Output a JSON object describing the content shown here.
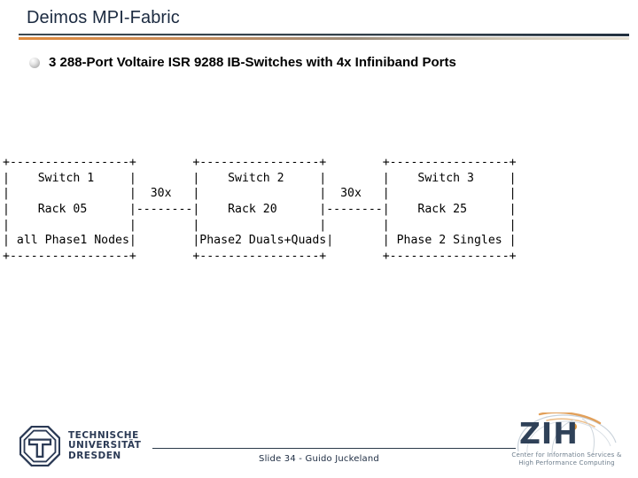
{
  "slide": {
    "title": "Deimos MPI-Fabric",
    "bullet_icon": "sphere-bullet-icon",
    "bullet_text": "3 288-Port Voltaire ISR 9288 IB-Switches with 4x Infiniband Ports"
  },
  "diagram": {
    "type": "ascii-art-network-diagram",
    "art": "+-----------------+        +-----------------+        +-----------------+\n|    Switch 1     |        |    Switch 2     |        |    Switch 3     |\n|                 |  30x   |                 |  30x   |                 |\n|    Rack 05      |--------|    Rack 20      |--------|    Rack 25      |\n|                 |        |                 |        |                 |\n| all Phase1 Nodes|        |Phase2 Duals+Quads|       | Phase 2 Singles |\n+-----------------+        +-----------------+        +-----------------+",
    "boxes": [
      {
        "switch": "Switch 1",
        "rack": "Rack 05",
        "contents": "all Phase1 Nodes"
      },
      {
        "switch": "Switch 2",
        "rack": "Rack 20",
        "contents": "Phase2 Duals+Quads"
      },
      {
        "switch": "Switch 3",
        "rack": "Rack 25",
        "contents": "Phase 2 Singles"
      }
    ],
    "links": [
      {
        "label": "30x",
        "from": "Switch 1",
        "to": "Switch 2"
      },
      {
        "label": "30x",
        "from": "Switch 2",
        "to": "Switch 3"
      }
    ]
  },
  "footer": {
    "slide_credit": "Slide 34 - Guido Juckeland"
  },
  "tud_logo": {
    "line1": "TECHNISCHE",
    "line2": "UNIVERSITÄT",
    "line3": "DRESDEN"
  },
  "zih_logo": {
    "wordmark": "ZIH",
    "tagline_line1": "Center for Information Services &",
    "tagline_line2": "High Performance Computing"
  },
  "colors": {
    "title": "#1b2a40",
    "rule_navy": "#2b3a4a",
    "rule_orange": "#e08a3c",
    "zih_blue": "#2f4158",
    "tud_blue": "#2b3a55"
  }
}
